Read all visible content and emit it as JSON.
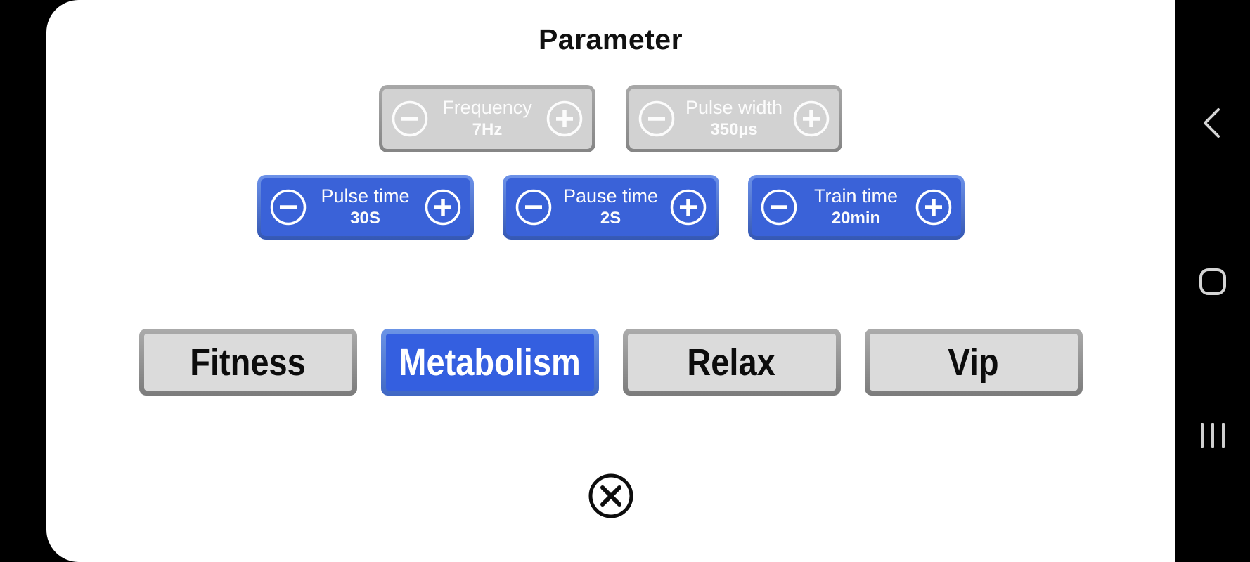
{
  "app": {
    "title": "Parameter"
  },
  "parameters": {
    "row1": [
      {
        "label": "Frequency",
        "value": "7Hz",
        "enabled": false
      },
      {
        "label": "Pulse width",
        "value": "350µs",
        "enabled": false
      }
    ],
    "row2": [
      {
        "label": "Pulse time",
        "value": "30S",
        "enabled": true
      },
      {
        "label": "Pause time",
        "value": "2S",
        "enabled": true
      },
      {
        "label": "Train time",
        "value": "20min",
        "enabled": true
      }
    ]
  },
  "modes": [
    {
      "label": "Fitness",
      "selected": false
    },
    {
      "label": "Metabolism",
      "selected": true
    },
    {
      "label": "Relax",
      "selected": false
    },
    {
      "label": "Vip",
      "selected": false
    }
  ],
  "icons": {
    "minus": "minus-icon",
    "plus": "plus-icon",
    "close": "close-icon",
    "back": "back-icon",
    "home": "home-icon",
    "recents": "recents-icon"
  },
  "colors": {
    "active_blue": "#3a62d8",
    "selected_mode_blue": "#345fe0",
    "disabled_gray": "#d2d2d2",
    "card_white": "#ffffff",
    "background_black": "#000000",
    "nav_icon_gray": "#d4d4d4"
  }
}
